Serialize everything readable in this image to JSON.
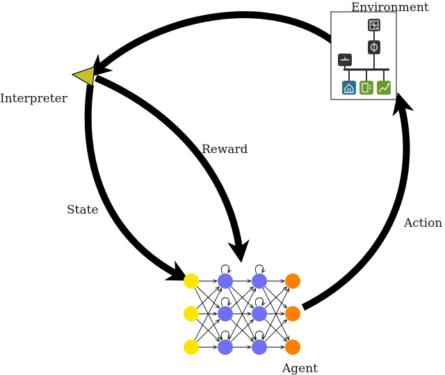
{
  "labels": {
    "environment": "Environment",
    "interpreter": "Interpreter",
    "reward": "Reward",
    "state": "State",
    "action": "Action",
    "agent": "Agent"
  },
  "colors": {
    "interpreter_triangle": "#c9be2f",
    "input_node": "#ffe600",
    "hidden_node": "#6f6ff2",
    "output_node": "#ff7f00",
    "env_blue": "#2b6d8f",
    "env_green": "#6c9a2a",
    "env_dark": "#333333",
    "arrow": "#000000"
  },
  "icons": {
    "interpreter": "triangle-icon",
    "environment_top": "grid-icon",
    "environment_router": "router-icon",
    "environment_switch": "switch-icon",
    "environment_home": "home-icon",
    "environment_meter": "meter-icon",
    "environment_chart": "chart-icon"
  },
  "network": {
    "layers": [
      {
        "role": "input",
        "nodes": 3
      },
      {
        "role": "hidden",
        "nodes": 3,
        "recurrent": true
      },
      {
        "role": "hidden",
        "nodes": 3,
        "recurrent": true
      },
      {
        "role": "output",
        "nodes": 3
      }
    ]
  }
}
